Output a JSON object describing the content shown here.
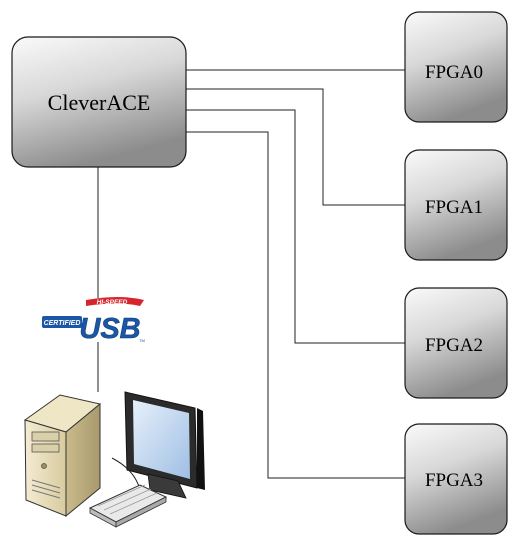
{
  "diagram": {
    "controller": {
      "label": "CleverACE"
    },
    "fpgas": [
      {
        "label": "FPGA0"
      },
      {
        "label": "FPGA1"
      },
      {
        "label": "FPGA2"
      },
      {
        "label": "FPGA3"
      }
    ],
    "usb_logo": {
      "top_text": "HI-SPEED",
      "side_text": "CERTIFIED",
      "main_text": "USB",
      "tm": "TM"
    },
    "computer": {
      "icon": "desktop-computer-icon"
    }
  },
  "colors": {
    "box_top": "#fafafa",
    "box_bottom": "#8c8c8c",
    "box_stroke": "#1a1a1a",
    "usb_red": "#d6252e",
    "usb_blue": "#1b57a6"
  }
}
